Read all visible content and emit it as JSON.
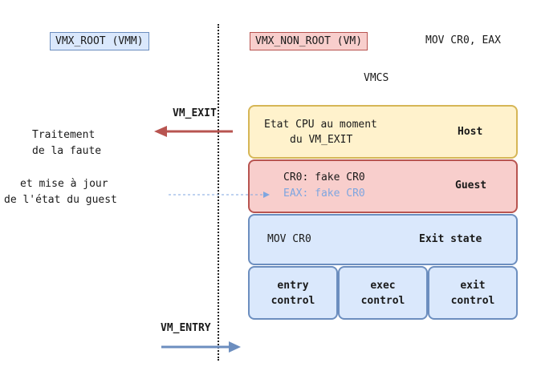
{
  "labels": {
    "vmx_root": "VMX_ROOT (VMM)",
    "vmx_non_root": "VMX_NON_ROOT (VM)",
    "instruction": "MOV CR0, EAX",
    "vmcs": "VMCS",
    "vm_exit": "VM_EXIT",
    "vm_entry": "VM_ENTRY"
  },
  "left_text": {
    "handling_line1": "Traitement",
    "handling_line2": "de la faute",
    "update_line1": "et mise à jour",
    "update_line2": "de l'état du guest"
  },
  "blocks": {
    "host": {
      "text_line1": "Etat CPU au moment",
      "text_line2": "du VM_EXIT",
      "title": "Host"
    },
    "guest": {
      "line1": "CR0: fake CR0",
      "line2": "EAX: fake CR0",
      "title": "Guest"
    },
    "exit_state": {
      "text": "MOV CR0",
      "title": "Exit state"
    },
    "controls": [
      {
        "line1": "entry",
        "line2": "control"
      },
      {
        "line1": "exec",
        "line2": "control"
      },
      {
        "line1": "exit",
        "line2": "control"
      }
    ]
  },
  "colors": {
    "vm_exit_arrow": "#b85450",
    "vm_entry_arrow": "#6c8ebf",
    "guest_update_text": "#7ea6e0",
    "dashed_arrow": "#7ea6e0"
  }
}
